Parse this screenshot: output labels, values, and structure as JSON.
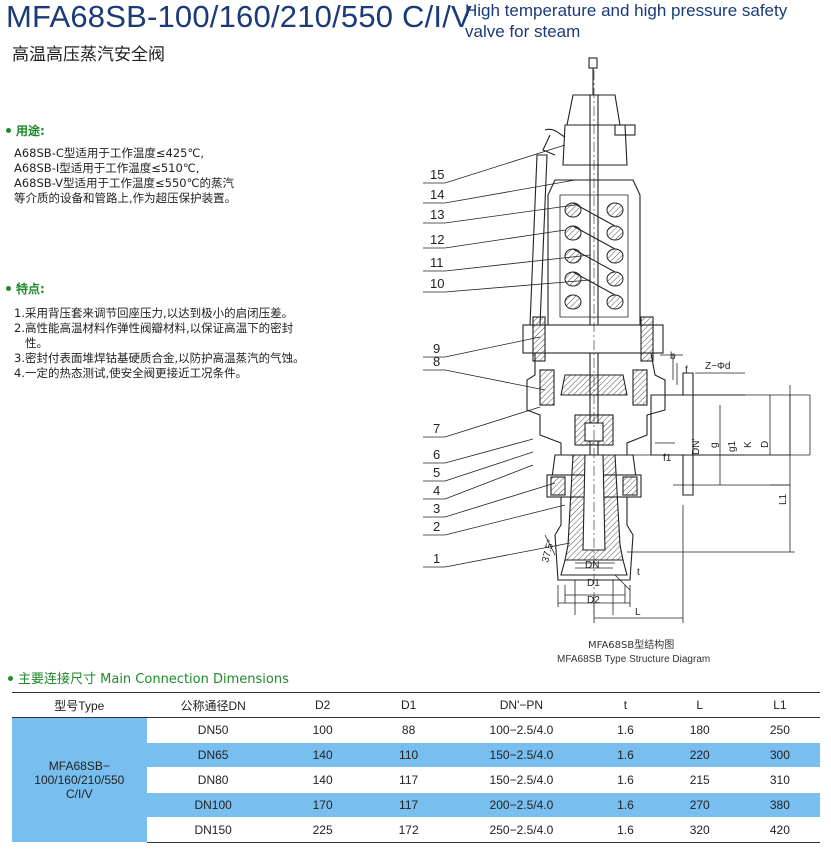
{
  "header": {
    "title": "MFA68SB-100/160/210/550 C/I/V",
    "title_en": "High temperature and high pressure safety valve for steam",
    "subtitle": "高温高压蒸汽安全阀"
  },
  "usage": {
    "heading": "用途:",
    "lines": [
      "A68SB-C型适用于工作温度≤425℃,",
      "A68SB-I型适用于工作温度≤510℃,",
      "A68SB-V型适用于工作温度≤550℃的蒸汽",
      "等介质的设备和管路上,作为超压保护装置。"
    ]
  },
  "features": {
    "heading": "特点:",
    "items": [
      "1.采用背压套来调节回座压力,以达到极小的启闭压差。",
      "2.高性能高温材料作弹性阀瓣材料,以保证高温下的密封性。",
      "3.密封付表面堆焊钴基硬质合金,以防护高温蒸汽的气蚀。",
      "4.一定的热态测试,使安全阀更接近工况条件。"
    ]
  },
  "diagram": {
    "part_numbers": [
      "15",
      "14",
      "13",
      "12",
      "11",
      "10",
      "9",
      "8",
      "7",
      "6",
      "5",
      "4",
      "3",
      "2",
      "1"
    ],
    "dim_labels": {
      "b": "b",
      "f": "f",
      "zd": "Z−Φd",
      "f1": "f1",
      "dnp": "DN'",
      "g": "g",
      "g1": "g1",
      "k": "K",
      "d": "D",
      "l1": "L1",
      "angle": "37.5°",
      "dn": "DN",
      "t": "t",
      "d1": "D1",
      "d2": "D2",
      "l": "L"
    },
    "caption_cn": "MFA68SB型结构图",
    "caption_en": "MFA68SB Type Structure Diagram"
  },
  "dimensions": {
    "heading": "主要连接尺寸 Main Connection Dimensions",
    "columns": [
      "型号Type",
      "公称通径DN",
      "D2",
      "D1",
      "DN'−PN",
      "t",
      "L",
      "L1"
    ],
    "model_lines": [
      "MFA68SB−",
      "100/160/210/550",
      "C/I/V"
    ],
    "rows": [
      [
        "DN50",
        "100",
        "88",
        "100−2.5/4.0",
        "1.6",
        "180",
        "250"
      ],
      [
        "DN65",
        "140",
        "110",
        "150−2.5/4.0",
        "1.6",
        "220",
        "300"
      ],
      [
        "DN80",
        "140",
        "117",
        "150−2.5/4.0",
        "1.6",
        "215",
        "310"
      ],
      [
        "DN100",
        "170",
        "117",
        "200−2.5/4.0",
        "1.6",
        "270",
        "380"
      ],
      [
        "DN150",
        "225",
        "172",
        "250−2.5/4.0",
        "1.6",
        "320",
        "420"
      ]
    ]
  },
  "colors": {
    "title": "#1a3a7a",
    "accent_green": "#1e8a2a",
    "table_highlight": "#78bff0"
  }
}
